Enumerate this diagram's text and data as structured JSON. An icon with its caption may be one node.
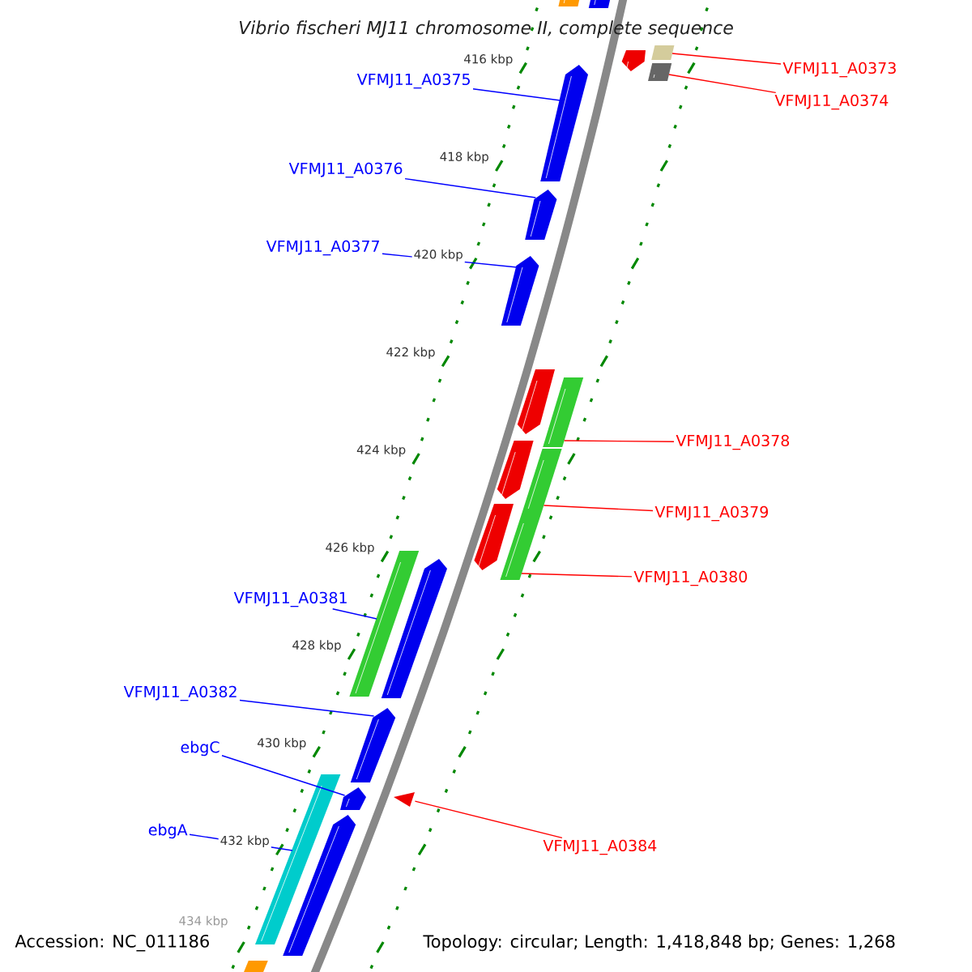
{
  "diagram": {
    "title": "Vibrio fischeri MJ11 chromosome II, complete sequence",
    "nodes": [
      {
        "text": [
          "VFMJ11_A0373"
        ]
      },
      {
        "text": [
          "VFMJ11_A0374"
        ]
      },
      {
        "text": [
          "VFMJ11_A0375"
        ]
      },
      {
        "text": [
          "VFMJ11_A0376"
        ]
      },
      {
        "text": [
          "VFMJ11_A0377"
        ]
      },
      {
        "text": [
          "VFMJ11_A0378"
        ]
      },
      {
        "text": [
          "VFMJ11_A0379"
        ]
      },
      {
        "text": [
          "VFMJ11_A0380"
        ]
      },
      {
        "text": [
          "VFMJ11_A0381"
        ]
      },
      {
        "text": [
          "VFMJ11_A0382"
        ]
      },
      {
        "text": [
          "ebgC"
        ]
      },
      {
        "text": [
          "ebgA"
        ]
      },
      {
        "text": [
          "VFMJ11_A0384"
        ]
      },
      {
        "text": [],
        "shape": "box"
      },
      {
        "text": [],
        "shape": "box"
      },
      {
        "text": [],
        "shape": "box"
      },
      {
        "text": [],
        "shape": "pentagon"
      },
      {
        "text": [],
        "shape": "box"
      },
      {
        "text": [],
        "shape": "pentagon"
      },
      {
        "text": [],
        "shape": "pentagon"
      },
      {
        "text": [],
        "shape": "pentagon"
      },
      {
        "text": [],
        "shape": "pentagon"
      },
      {
        "text": [],
        "shape": "box"
      },
      {
        "text": [],
        "shape": "pentagon"
      },
      {
        "text": [],
        "shape": "box"
      },
      {
        "text": [],
        "shape": "pentagon"
      },
      {
        "text": [],
        "shape": "box"
      },
      {
        "text": [],
        "shape": "box"
      },
      {
        "text": [],
        "shape": "pentagon"
      },
      {
        "text": [],
        "shape": "pentagon"
      },
      {
        "text": [],
        "shape": "pentagon"
      },
      {
        "text": [],
        "shape": "box"
      },
      {
        "text": [],
        "shape": "pentagon"
      },
      {
        "text": [],
        "shape": "triangle"
      },
      {
        "text": [],
        "shape": "box"
      }
    ],
    "edges": [
      {
        "from": 0,
        "to": 15,
        "arrow": "none",
        "color": "#ff0000"
      },
      {
        "from": 1,
        "to": 17,
        "arrow": "none",
        "color": "#ff0000"
      },
      {
        "from": 2,
        "to": 18,
        "arrow": "none"
      },
      {
        "from": 3,
        "to": 19,
        "arrow": "none"
      },
      {
        "from": 4,
        "to": 20,
        "arrow": "none"
      },
      {
        "from": 5,
        "to": 22,
        "arrow": "none",
        "color": "#ff0000"
      },
      {
        "from": 6,
        "to": 24,
        "arrow": "none",
        "color": "#ff0000"
      },
      {
        "from": 7,
        "to": 26,
        "arrow": "none",
        "color": "#ff0000"
      },
      {
        "from": 8,
        "to": 27,
        "arrow": "none"
      },
      {
        "from": 9,
        "to": 29,
        "arrow": "none"
      },
      {
        "from": 10,
        "to": 30,
        "arrow": "none"
      },
      {
        "from": 11,
        "to": 31,
        "arrow": "none"
      },
      {
        "from": 12,
        "to": 33,
        "arrow": "none",
        "color": "#ff0000"
      }
    ],
    "labels": [
      "416 kbp",
      "418 kbp",
      "420 kbp",
      "422 kbp",
      "424 kbp",
      "426 kbp",
      "428 kbp",
      "430 kbp",
      "432 kbp",
      "434 kbp",
      "Accession: NC_011186",
      "Topology: circular; Length: 1,418,848 bp; Genes: 1,268"
    ]
  }
}
